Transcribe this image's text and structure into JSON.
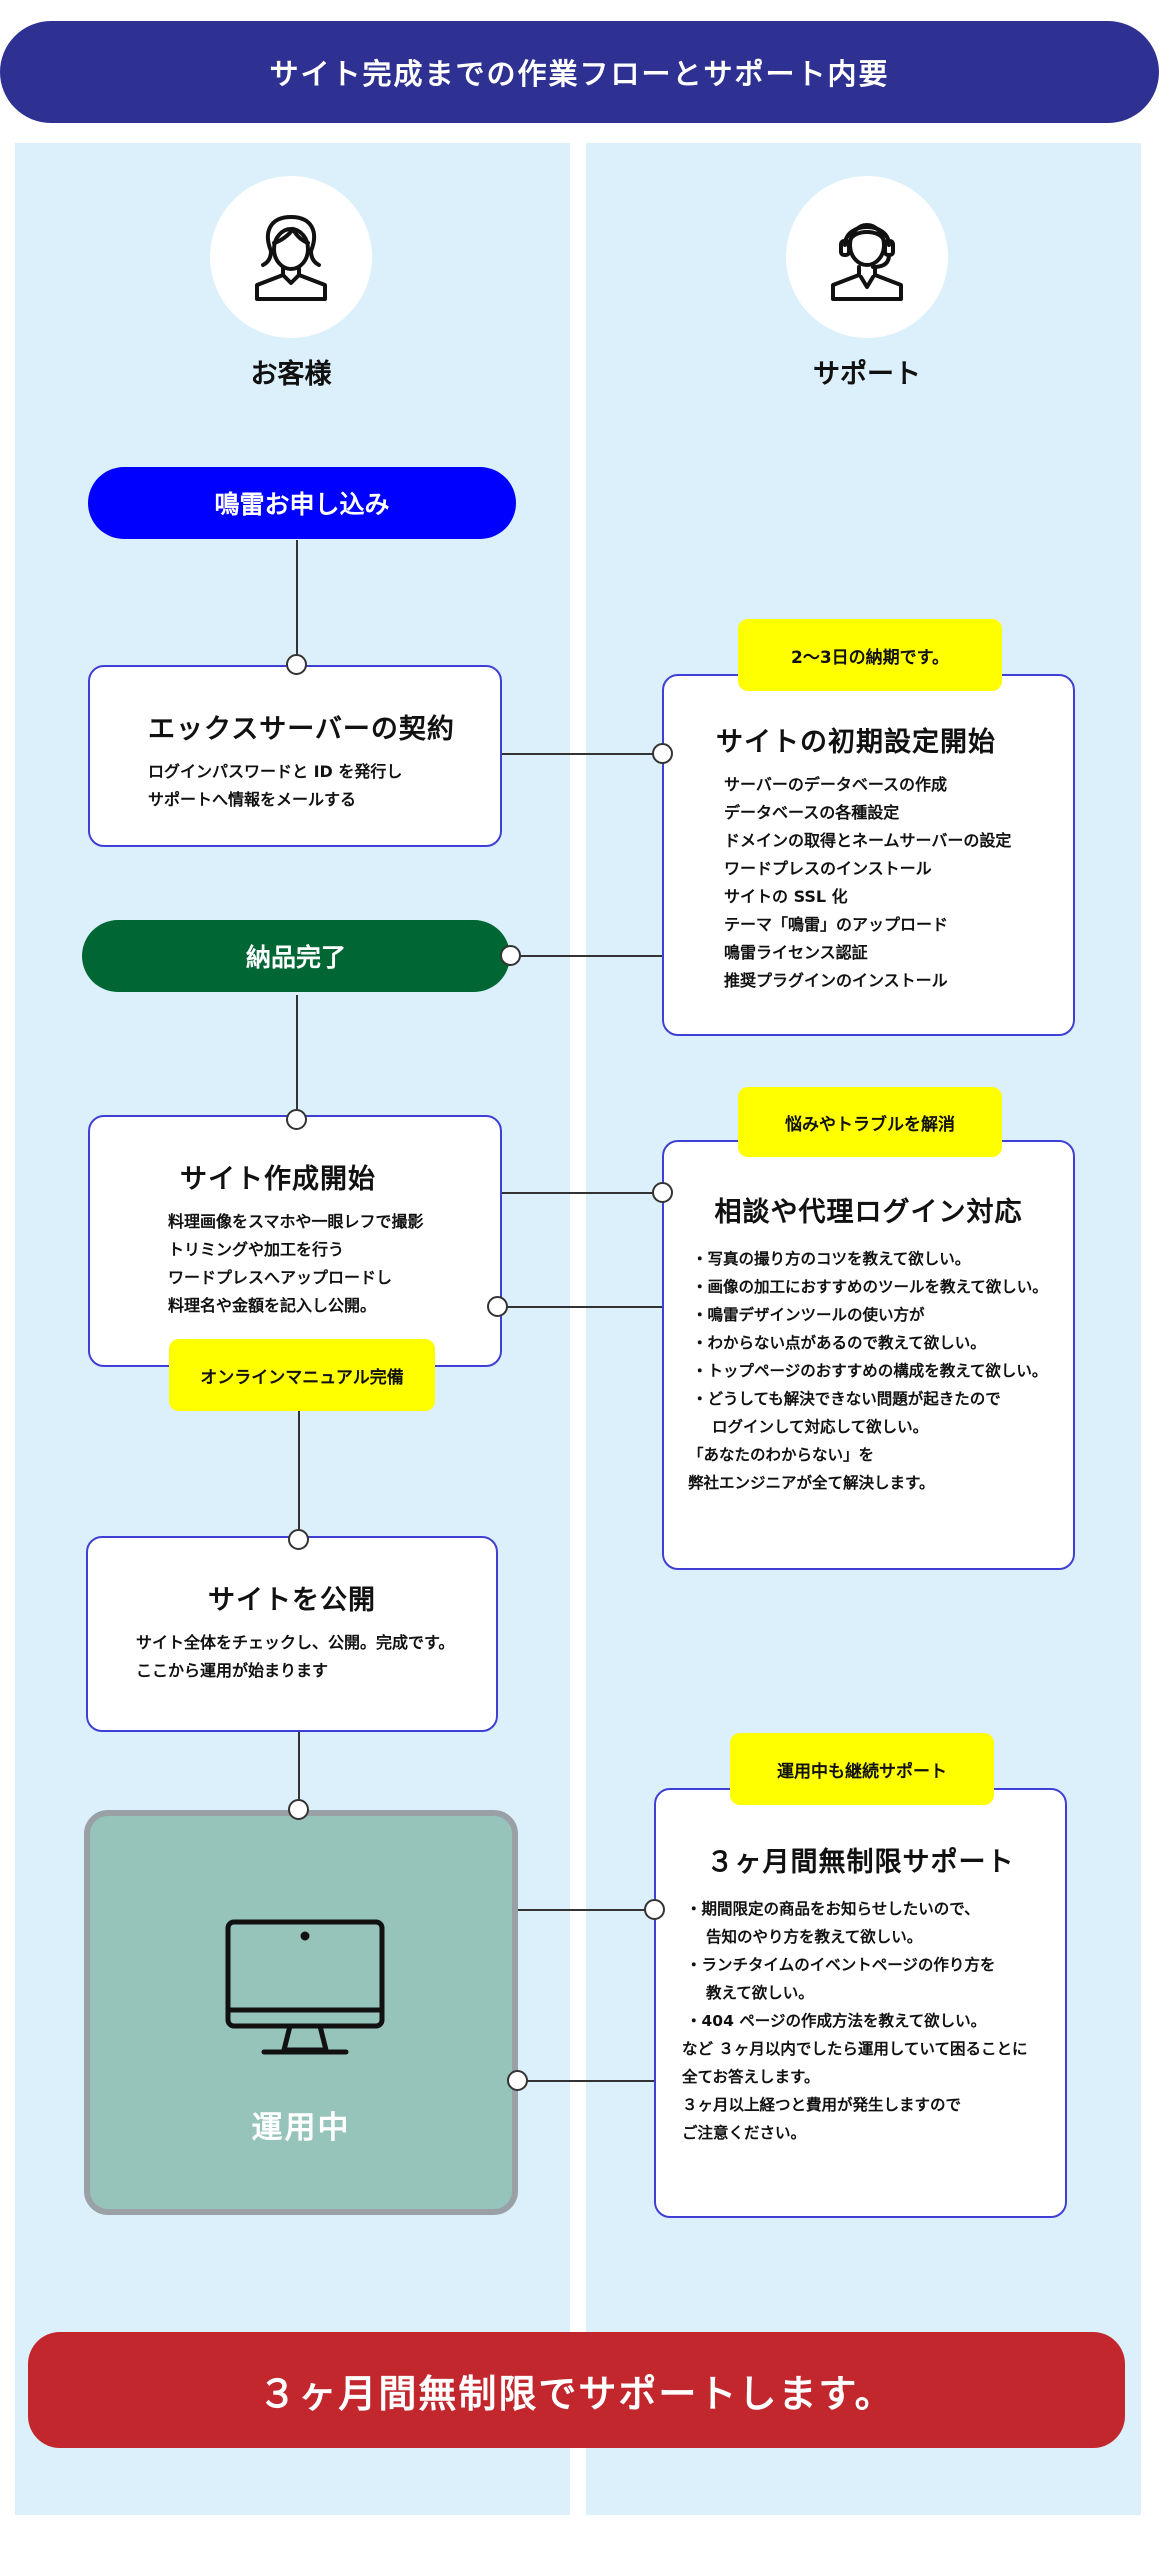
{
  "header": {
    "title": "サイト完成までの作業フローとサポート内要"
  },
  "colors": {
    "header_bg": "#2e3192",
    "column_bg": "#dcf0fb",
    "apply_blue": "#0000ff",
    "delivered_green": "#006633",
    "operation_teal": "#96c4bb",
    "footer_red": "#c1272d",
    "tag_yellow": "#ffff00",
    "card_border": "#3f3fd6"
  },
  "customer": {
    "label": "お客様",
    "icon": "woman-user-icon"
  },
  "support": {
    "label": "サポート",
    "icon": "headset-operator-icon"
  },
  "flow": {
    "apply": "鳴雷お申し込み",
    "xserver": {
      "title": "エックスサーバーの契約",
      "lines": [
        "ログインパスワードと ID を発行し",
        "サポートへ情報をメールする"
      ]
    },
    "delivered": "納品完了",
    "create": {
      "title": "サイト作成開始",
      "lines": [
        "料理画像をスマホや一眼レフで撮影",
        "トリミングや加工を行う",
        "ワードプレスへアップロードし",
        "料理名や金額を記入し公開。"
      ]
    },
    "manual_tag": "オンラインマニュアル完備",
    "publish": {
      "title": "サイトを公開",
      "lines": [
        "サイト全体をチェックし、公開。完成です。",
        "ここから運用が始まります"
      ]
    },
    "operation": {
      "label": "運用中",
      "icon": "monitor-icon"
    }
  },
  "support_flow": {
    "setup": {
      "tag": "2〜3日の納期です。",
      "title": "サイトの初期設定開始",
      "lines": [
        "サーバーのデータベースの作成",
        "データベースの各種設定",
        "ドメインの取得とネームサーバーの設定",
        "ワードプレスのインストール",
        "サイトの SSL 化",
        "テーマ「鳴雷」のアップロード",
        "鳴雷ライセンス認証",
        "推奨プラグインのインストール"
      ]
    },
    "consult": {
      "tag": "悩みやトラブルを解消",
      "title": "相談や代理ログイン対応",
      "bullets": [
        "・写真の撮り方のコツを教えて欲しい。",
        "・画像の加工におすすめのツールを教えて欲しい。",
        "・鳴雷デザインツールの使い方が",
        "・わからない点があるので教えて欲しい。",
        "・トップページのおすすめの構成を教えて欲しい。",
        "・どうしても解決できない問題が起きたので\nログインして対応して欲しい。"
      ],
      "footer": [
        "「あなたのわからない」を",
        "弊社エンジニアが全て解決します。"
      ]
    },
    "unlimited": {
      "tag": "運用中も継続サポート",
      "title": "３ヶ月間無制限サポート",
      "bullets": [
        "・期間限定の商品をお知らせしたいので、\n告知のやり方を教えて欲しい。",
        "・ランチタイムのイベントページの作り方を\n教えて欲しい。",
        "・404 ページの作成方法を教えて欲しい。"
      ],
      "footer": [
        "など ３ヶ月以内でしたら運用していて困ることに",
        "全てお答えします。",
        "３ヶ月以上経つと費用が発生しますので",
        "ご注意ください。"
      ]
    }
  },
  "footer": {
    "text": "３ヶ月間無制限でサポートします。"
  }
}
